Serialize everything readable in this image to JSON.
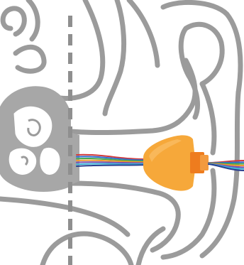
{
  "figure": {
    "subject": "ear-canal-cross-section-with-earplug",
    "colors": {
      "background": "#ffffff",
      "anatomy_outline": "#9b9b9b",
      "anatomy_fill": "#a7a7a7",
      "dashed_line": "#8f8f8f",
      "earplug_body": "#f6a83a",
      "earplug_highlight": "#f9b85a",
      "earplug_tip": "#ee7c1e",
      "earplug_tip_inner": "#f39a3e"
    },
    "wires": [
      {
        "name": "wire-red",
        "color": "#d33a3a"
      },
      {
        "name": "wire-blue",
        "color": "#2f6cd0"
      },
      {
        "name": "wire-green",
        "color": "#47a84f"
      },
      {
        "name": "wire-orange",
        "color": "#f09a2c"
      },
      {
        "name": "wire-purple",
        "color": "#7c4fb1"
      },
      {
        "name": "wire-cyan",
        "color": "#3ab4d8"
      },
      {
        "name": "wire-dark-blue",
        "color": "#2a3f8f"
      }
    ]
  }
}
